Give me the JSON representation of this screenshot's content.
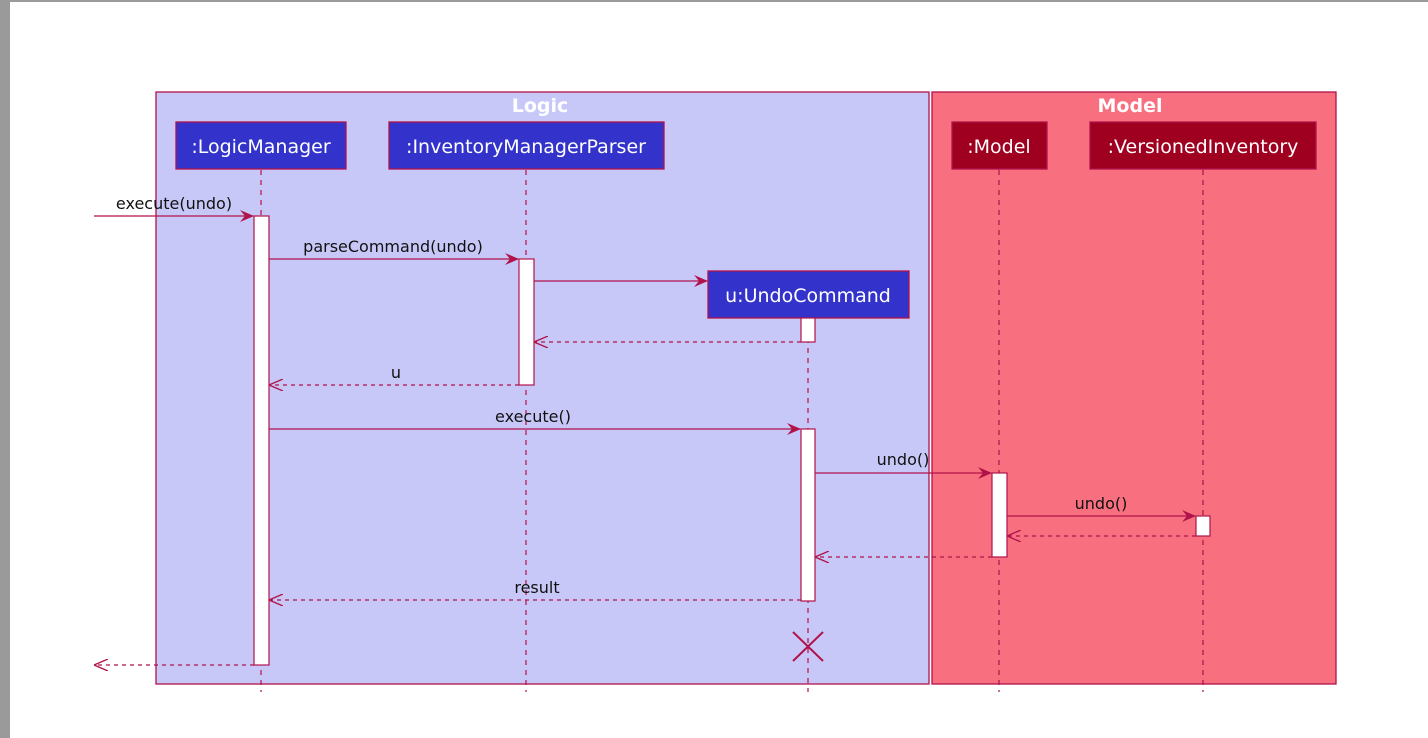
{
  "boxes": {
    "logic": {
      "title": "Logic",
      "fill": "#c8c8f8",
      "stroke": "#b0124a"
    },
    "model": {
      "title": "Model",
      "fill": "#f87080",
      "stroke": "#b0124a"
    }
  },
  "participants": {
    "logic_manager": {
      "label": ":LogicManager",
      "fill": "#3333cc"
    },
    "parser": {
      "label": ":InventoryManagerParser",
      "fill": "#3333cc"
    },
    "undo_command": {
      "label": "u:UndoCommand",
      "fill": "#3333cc"
    },
    "model": {
      "label": ":Model",
      "fill": "#a00020"
    },
    "versioned_inventory": {
      "label": ":VersionedInventory",
      "fill": "#a00020"
    }
  },
  "messages": {
    "execute_undo": "execute(undo)",
    "parse_command": "parseCommand(undo)",
    "return_u": "u",
    "execute": "execute()",
    "undo_model": "undo()",
    "undo_versioned": "undo()",
    "result": "result"
  },
  "colors": {
    "line": "#b0124a",
    "activation_fill": "#ffffff"
  }
}
